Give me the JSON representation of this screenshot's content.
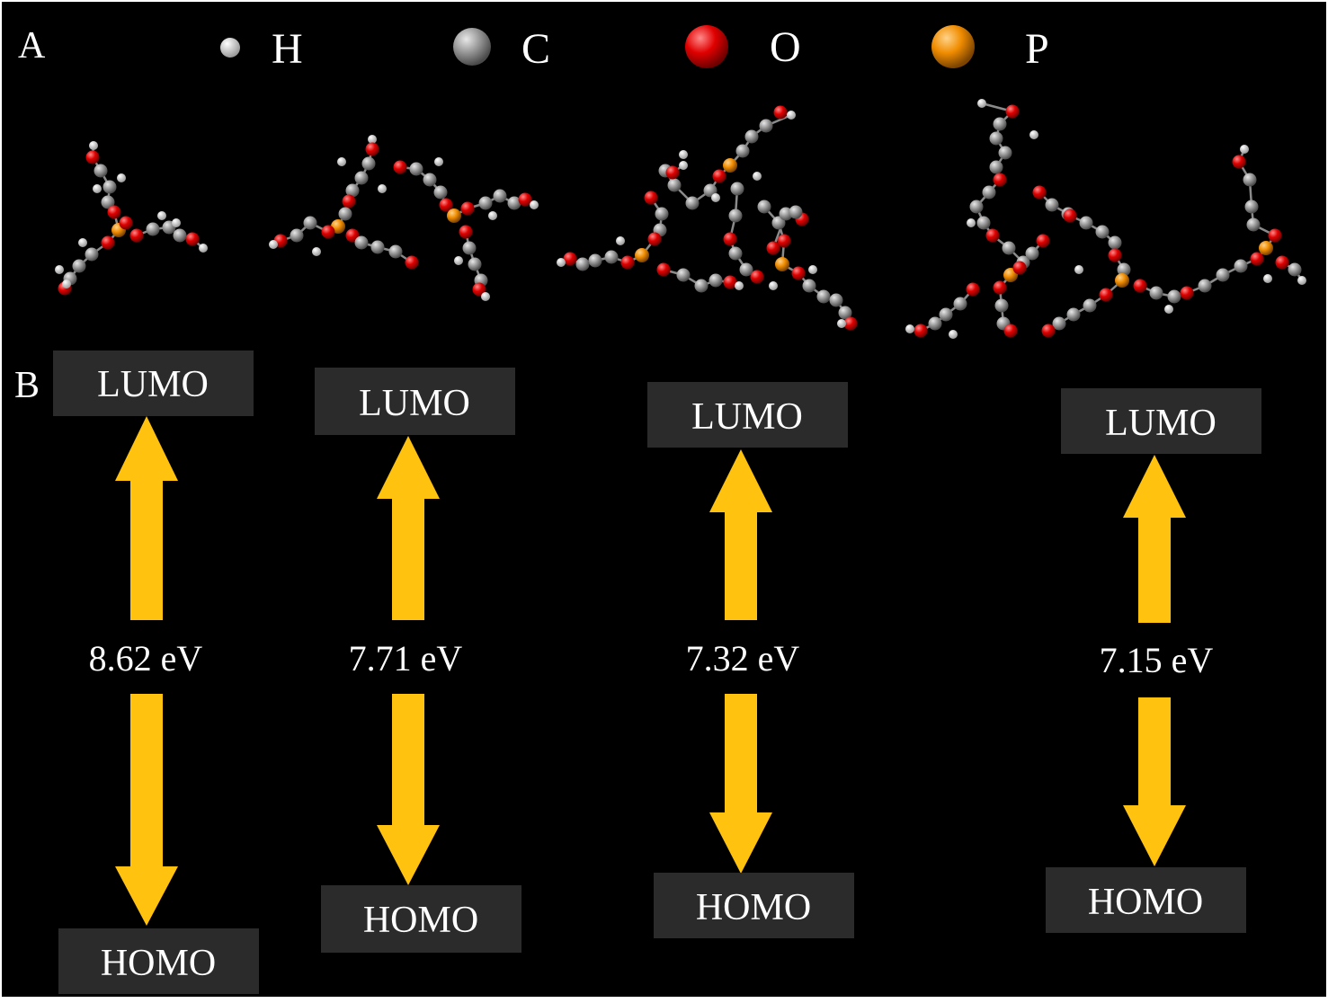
{
  "panel_a_label": "A",
  "panel_b_label": "B",
  "legend": [
    {
      "label": "H",
      "color": "#ededed"
    },
    {
      "label": "C",
      "color": "#9a9a9a"
    },
    {
      "label": "O",
      "color": "#e00000"
    },
    {
      "label": "P",
      "color": "#f08c00"
    }
  ],
  "levels": [
    {
      "lumo": "LUMO",
      "homo": "HOMO",
      "gap": "8.62 eV"
    },
    {
      "lumo": "LUMO",
      "homo": "HOMO",
      "gap": "7.71 eV"
    },
    {
      "lumo": "LUMO",
      "homo": "HOMO",
      "gap": "7.32 eV"
    },
    {
      "lumo": "LUMO",
      "homo": "HOMO",
      "gap": "7.15 eV"
    }
  ],
  "colors": {
    "arrow": "#ffc20e",
    "box": "#2b2b2b",
    "background": "#000000",
    "frame": "#ffffff"
  }
}
